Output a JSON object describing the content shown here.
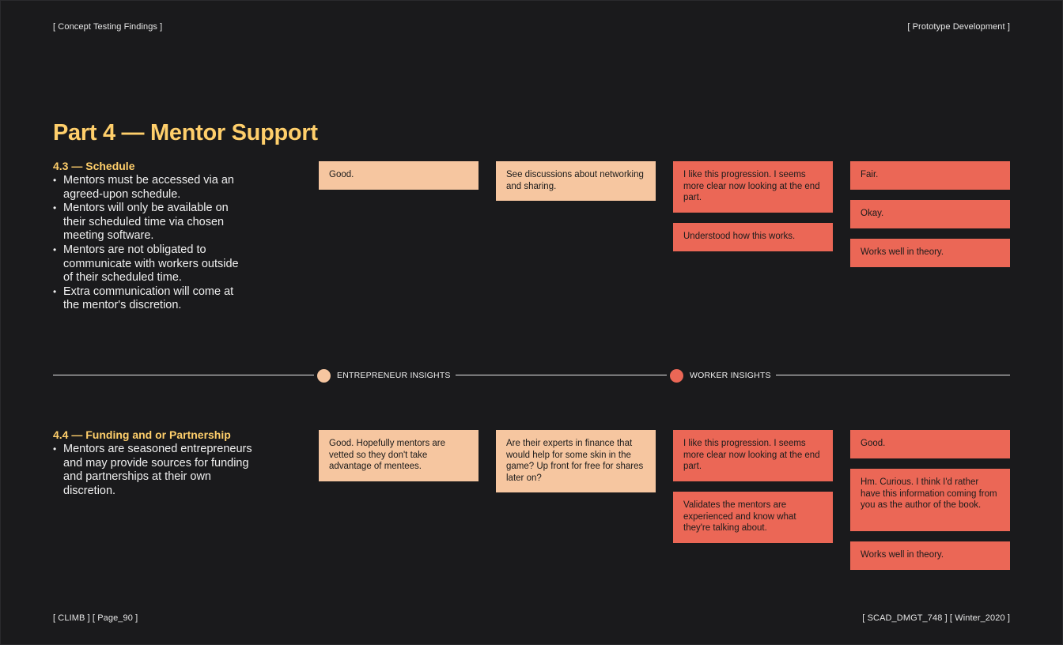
{
  "header": {
    "left": "[ Concept Testing Findings ]",
    "right": "[ Prototype Development ]"
  },
  "footer": {
    "left": "[ CLIMB ] [ Page_90 ]",
    "right": "[ SCAD_DMGT_748 ] [ Winter_2020 ]"
  },
  "title": "Part 4 — Mentor Support",
  "colors": {
    "accent": "#ffcf6b",
    "entrepreneur": "#f6c6a0",
    "worker": "#eb6756",
    "background": "#1a1a1c"
  },
  "legend": {
    "entrepreneur": "ENTREPRENEUR INSIGHTS",
    "worker": "WORKER INSIGHTS"
  },
  "sections": [
    {
      "heading": "4.3 — Schedule",
      "bullets": [
        "Mentors must be accessed via an agreed-upon schedule.",
        "Mentors will only be available on their scheduled time via chosen meeting software.",
        "Mentors are not obligated to communicate with workers outside of their scheduled time.",
        "Extra communication will come at the mentor's discretion."
      ],
      "entrepreneur_col1": [
        "Good."
      ],
      "entrepreneur_col2": [
        "See discussions about networking and sharing."
      ],
      "worker_col1": [
        "I like this progression. I seems more clear now looking at the end part.",
        "Understood how this works."
      ],
      "worker_col2": [
        "Fair.",
        "Okay.",
        "Works well in theory."
      ]
    },
    {
      "heading": "4.4 — Funding and or Partnership",
      "bullets": [
        "Mentors are seasoned entrepreneurs and may provide sources for funding and partnerships at their own discretion."
      ],
      "entrepreneur_col1": [
        "Good. Hopefully mentors are vetted so they don't take advantage of mentees."
      ],
      "entrepreneur_col2": [
        "Are their experts in finance that would help for some skin in the game? Up front for free for shares later on?"
      ],
      "worker_col1": [
        "I like this progression. I seems more clear now looking at the end part.",
        "Validates the mentors are experienced and know what they're talking about."
      ],
      "worker_col2": [
        "Good.",
        "Hm. Curious. I think I'd rather have this information coming from you as the author of the book.",
        "Works well in theory."
      ]
    }
  ]
}
